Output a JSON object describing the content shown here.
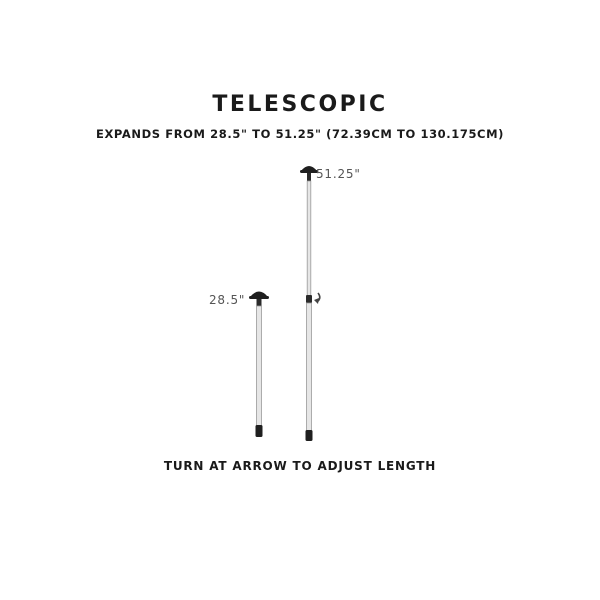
{
  "heading": {
    "title": "TELESCOPIC",
    "subtitle": "EXPANDS FROM 28.5\" TO 51.25\" (72.39CM TO 130.175CM)"
  },
  "poles": {
    "extended_label": "51.25\"",
    "collapsed_label": "28.5\""
  },
  "instruction": "TURN AT ARROW TO ADJUST LENGTH",
  "icons": {
    "rotate_arrow": "rotate-arrow-icon"
  },
  "colors": {
    "pole_body": "#e2e2e2",
    "pole_outline": "#9a9a9a",
    "cap": "#1f1f1f",
    "text": "#1a1a1a"
  }
}
